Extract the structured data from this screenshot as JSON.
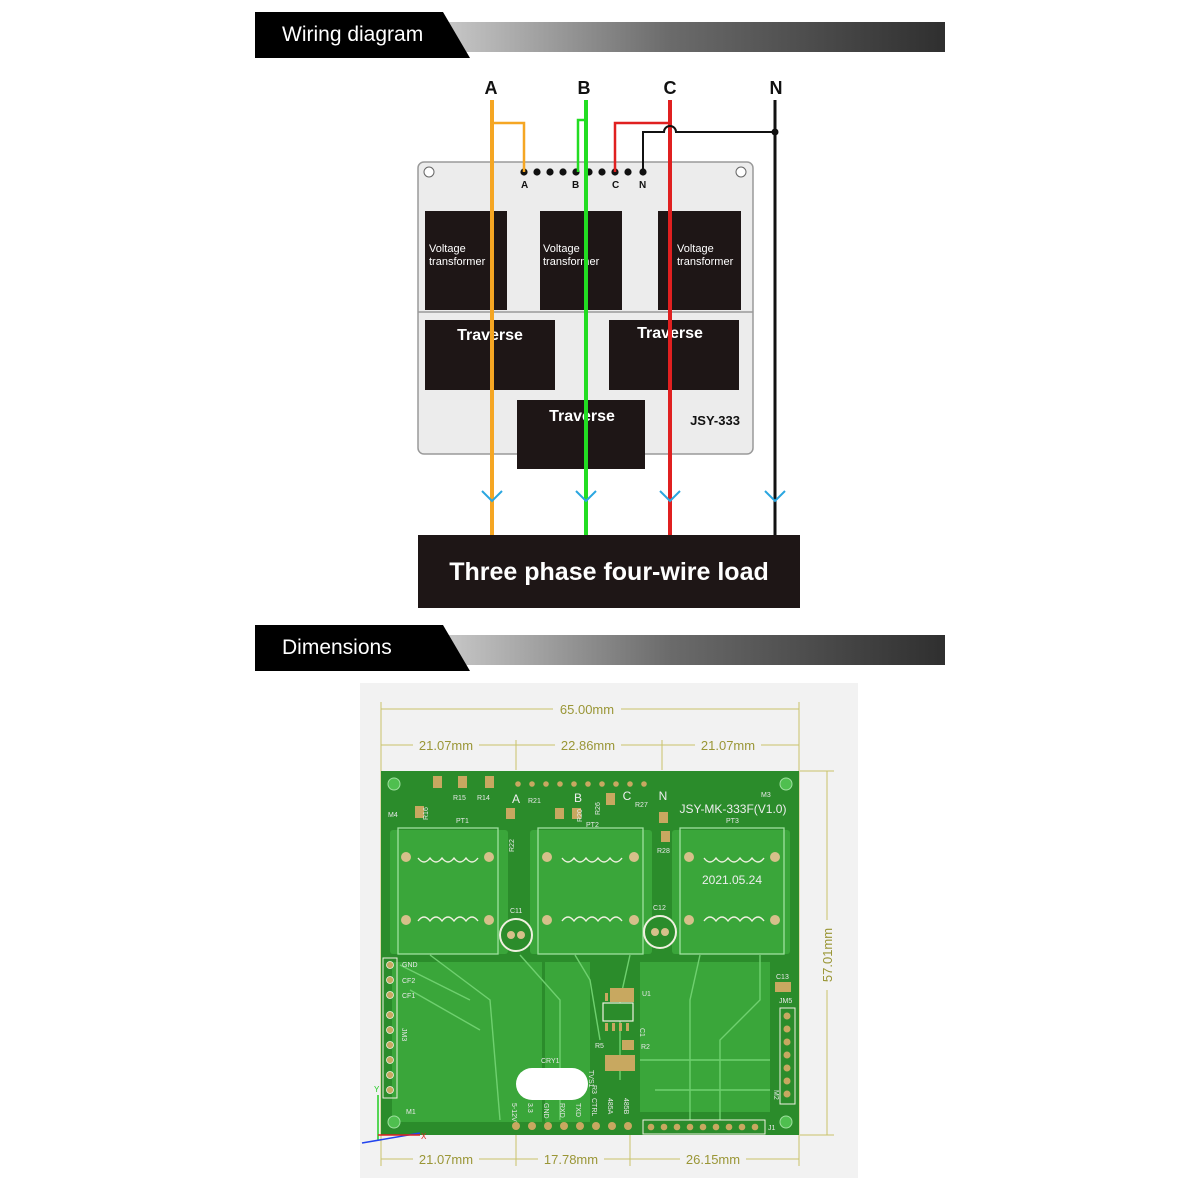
{
  "sections": {
    "wiring_title": "Wiring diagram",
    "dimensions_title": "Dimensions"
  },
  "wiring": {
    "phase_labels": [
      "A",
      "B",
      "C",
      "N"
    ],
    "terminal_labels": [
      "A",
      "B",
      "C",
      "N"
    ],
    "vt_line1": "Voltage",
    "vt_line2": "transformer",
    "traverse": "Traverse",
    "model": "JSY-333",
    "load": "Three phase four-wire load",
    "colors": {
      "A": "#f5a623",
      "B": "#22dd22",
      "C": "#e02020",
      "N": "#111111"
    }
  },
  "dimensions": {
    "total_width": "65.00mm",
    "top_left": "21.07mm",
    "top_mid": "22.86mm",
    "top_right": "21.07mm",
    "height": "57.01mm",
    "bottom_left": "21.07mm",
    "bottom_mid": "17.78mm",
    "bottom_right": "26.15mm"
  },
  "pcb": {
    "model": "JSY-MK-333F(V1.0)",
    "date": "2021.05.24",
    "phase_labels": [
      "A",
      "B",
      "C",
      "N"
    ],
    "designators": [
      "R15",
      "R14",
      "R16",
      "M4",
      "PT1",
      "R21",
      "R22",
      "R20",
      "R26",
      "PT2",
      "R27",
      "R28",
      "M3",
      "PT3",
      "C11",
      "C12",
      "GND",
      "CF2",
      "CF1",
      "JM3",
      "U1",
      "C1",
      "R5",
      "R2",
      "R3",
      "TVS1",
      "CRY1",
      "C13",
      "JM5",
      "M1",
      "M2",
      "J1"
    ],
    "pins": [
      "5-12V",
      "3.3",
      "GND",
      "RXD",
      "TXD",
      "CTRL",
      "485A",
      "485B"
    ],
    "axes": [
      "Y",
      "X"
    ]
  }
}
